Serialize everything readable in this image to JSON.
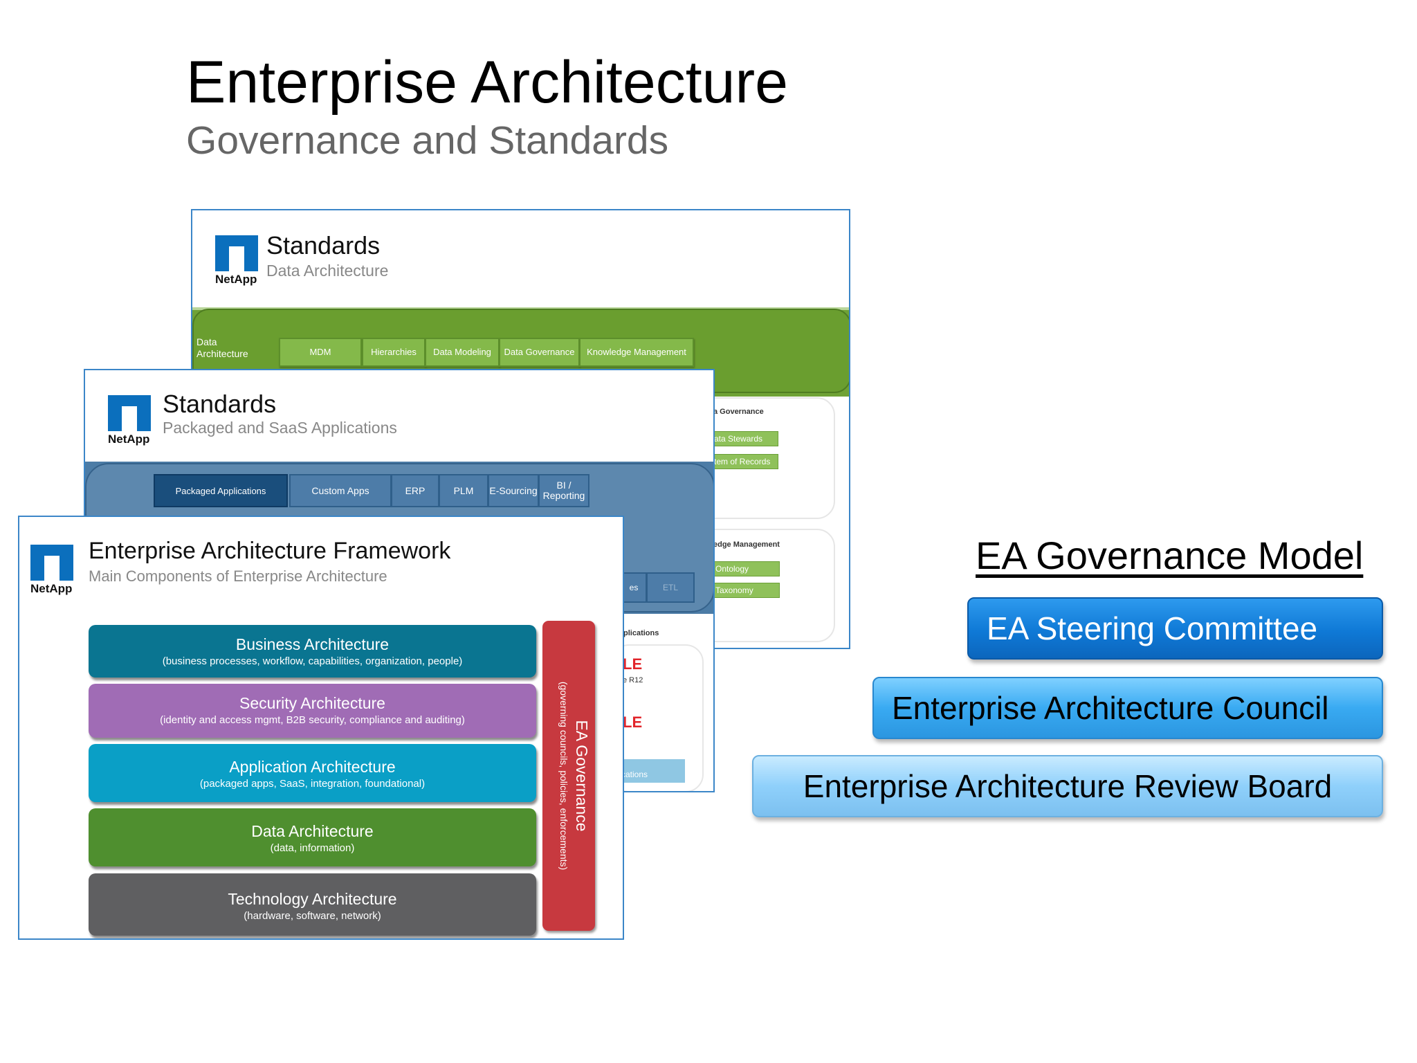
{
  "title": "Enterprise Architecture",
  "subtitle": "Governance and Standards",
  "brand": "NetApp",
  "data_slide": {
    "title": "Standards",
    "subtitle": "Data Architecture",
    "band_label": "Data\nArchitecture",
    "items": [
      "MDM",
      "Hierarchies",
      "Data Modeling",
      "Data Governance",
      "Knowledge Management"
    ],
    "governance_title": "a Governance",
    "governance_items": [
      "ata Stewards",
      "tem of Records"
    ],
    "knowledge_title": "edge Management",
    "knowledge_items": [
      "Ontology",
      "Taxonomy"
    ]
  },
  "apps_slide": {
    "title": "Standards",
    "subtitle": "Packaged and SaaS Applications",
    "items": [
      "Packaged Applications",
      "Custom Apps",
      "ERP",
      "PLM",
      "E-Sourcing",
      "BI / Reporting"
    ],
    "lower_items": [
      "es",
      "ETL"
    ],
    "lower_title": "plications",
    "oracle_mark": "LE",
    "oracle_sub": "e R12",
    "bottom_button": "cations"
  },
  "framework_slide": {
    "title": "Enterprise Architecture Framework",
    "subtitle": "Main Components of Enterprise Architecture",
    "layers": [
      {
        "title": "Business Architecture",
        "desc": "(business processes, workflow, capabilities, organization, people)",
        "color": "#0a7591"
      },
      {
        "title": "Security Architecture",
        "desc": "(identity and access mgmt, B2B security, compliance and auditing)",
        "color": "#a06cb5"
      },
      {
        "title": "Application Architecture",
        "desc": "(packaged apps, SaaS, integration, foundational)",
        "color": "#0a9fc6"
      },
      {
        "title": "Data Architecture",
        "desc": "(data, information)",
        "color": "#4f8f2f"
      },
      {
        "title": "Technology Architecture",
        "desc": "(hardware, software, network)",
        "color": "#5f5f61"
      }
    ],
    "governance_title": "EA Governance",
    "governance_desc": "(governing councils, policies, enforcements)"
  },
  "model": {
    "title": "EA Governance Model",
    "levels": [
      "EA Steering Committee",
      "Enterprise Architecture Council",
      "Enterprise Architecture Review Board"
    ],
    "colors": {
      "steering": "#0f79d6",
      "council": "#39aaf2",
      "review": "#8fd0fb"
    }
  }
}
